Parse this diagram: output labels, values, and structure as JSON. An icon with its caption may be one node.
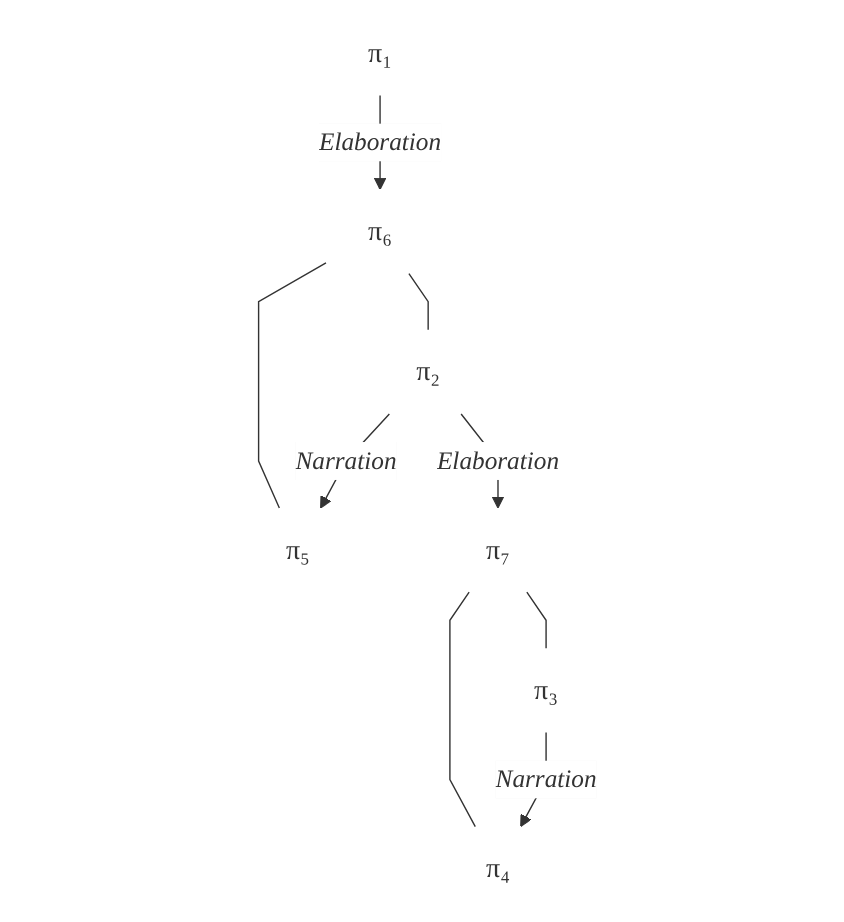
{
  "diagram": {
    "nodes": [
      {
        "text": [
          "π₁"
        ]
      },
      {
        "text": [
          "π₆"
        ]
      },
      {
        "text": [
          "π₂"
        ]
      },
      {
        "text": [
          "π₅"
        ]
      },
      {
        "text": [
          "π₇"
        ]
      },
      {
        "text": [
          "π₃"
        ]
      },
      {
        "text": [
          "π₄"
        ]
      }
    ],
    "edges": [
      {
        "from": 0,
        "to": 1,
        "arrow": "to",
        "label": "Elaboration"
      },
      {
        "from": 1,
        "to": 2,
        "arrow": "none"
      },
      {
        "from": 1,
        "to": 3,
        "arrow": "none"
      },
      {
        "from": 2,
        "to": 3,
        "arrow": "to",
        "label": "Narration"
      },
      {
        "from": 2,
        "to": 4,
        "arrow": "to",
        "label": "Elaboration"
      },
      {
        "from": 4,
        "to": 5,
        "arrow": "none"
      },
      {
        "from": 4,
        "to": 6,
        "arrow": "none"
      },
      {
        "from": 5,
        "to": 6,
        "arrow": "to",
        "label": "Narration"
      }
    ]
  }
}
